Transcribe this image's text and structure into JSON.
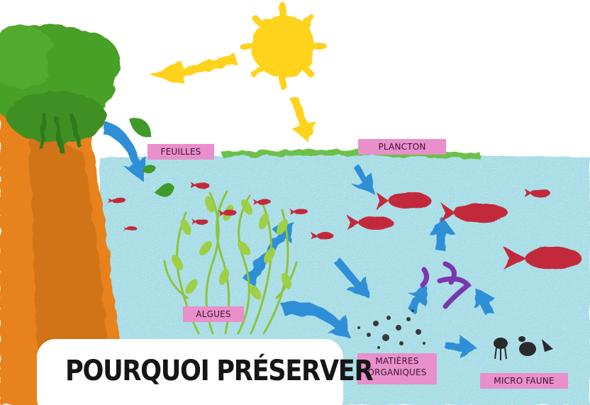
{
  "colors": {
    "label_background": "#e98fcb",
    "water": "#a9dde6",
    "sun": "#ffd21c",
    "tree": "#4aa028",
    "earth": "#e8821e",
    "arrow_blue": "#2e8fd6",
    "fish": "#c22a3a",
    "micro_fauna": "#7a36b0"
  },
  "labels": {
    "leaves": "FEUILLES",
    "plankton": "PLANCTON",
    "algae": "ALGUES",
    "organic_matter": "MATIÈRES ORGANIQUES",
    "micro_fauna": "MICRO FAUNE"
  },
  "heading": {
    "title": "POURQUOI PRÉSERVER"
  },
  "icons": [
    "sun-icon",
    "tree-icon",
    "leaf-icon",
    "fish-icon",
    "algae-icon",
    "shrimp-icon",
    "jellyfish-icon",
    "flow-arrow-icon"
  ]
}
